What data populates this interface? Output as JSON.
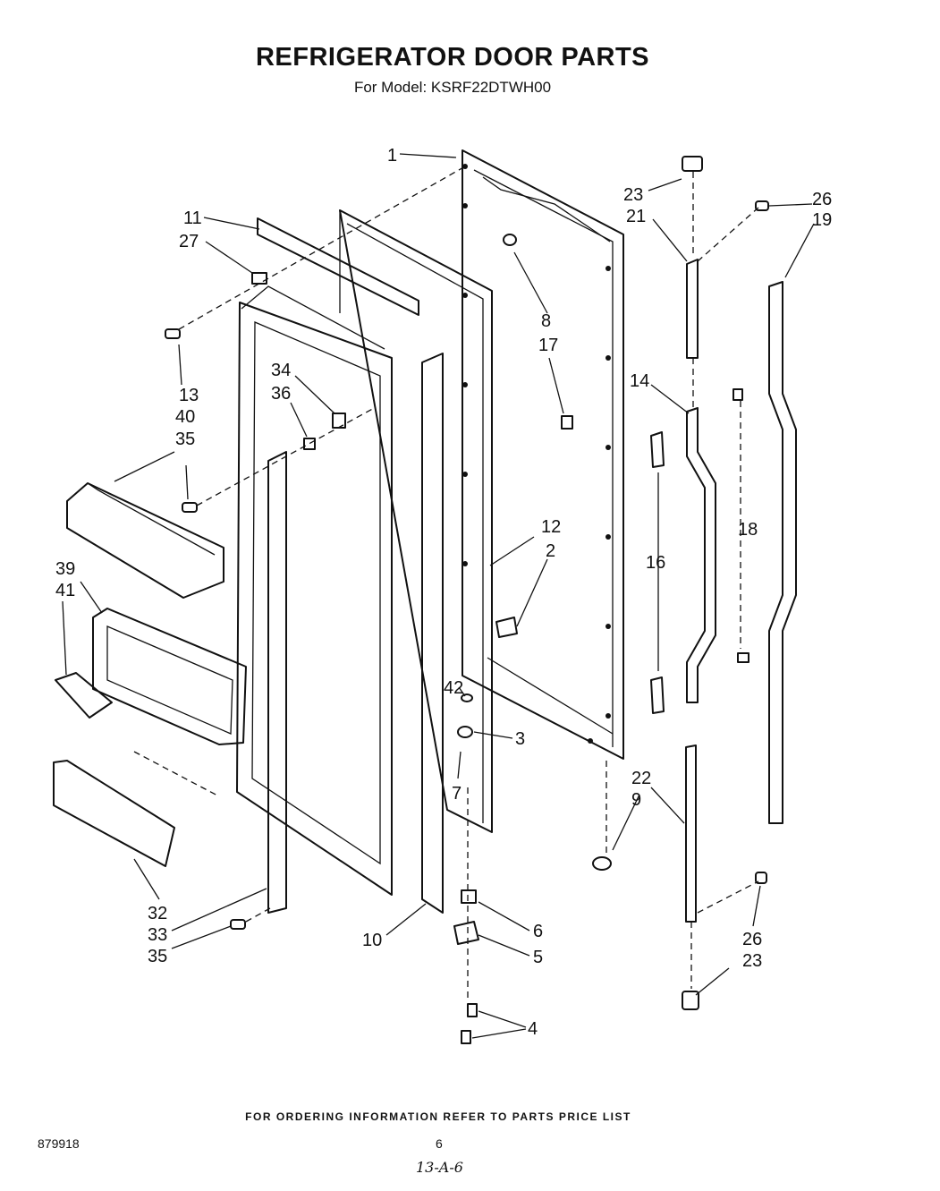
{
  "header": {
    "title": "REFRIGERATOR DOOR PARTS",
    "subtitle": "For Model: KSRF22DTWH00"
  },
  "callouts": {
    "c1": "1",
    "c2": "2",
    "c3": "3",
    "c4": "4",
    "c5": "5",
    "c6": "6",
    "c7": "7",
    "c8": "8",
    "c9": "9",
    "c10": "10",
    "c11": "11",
    "c12": "12",
    "c13": "13",
    "c14": "14",
    "c16": "16",
    "c17": "17",
    "c18": "18",
    "c19": "19",
    "c21": "21",
    "c22": "22",
    "c23a": "23",
    "c23b": "23",
    "c26a": "26",
    "c26b": "26",
    "c27": "27",
    "c32": "32",
    "c33": "33",
    "c34": "34",
    "c35a": "35",
    "c35b": "35",
    "c36": "36",
    "c39": "39",
    "c40": "40",
    "c41": "41",
    "c42": "42"
  },
  "footer": {
    "ordering_note": "FOR ORDERING INFORMATION REFER TO PARTS PRICE LIST",
    "document_number": "879918",
    "page_number": "6",
    "handwritten_note": "13-A-6"
  }
}
